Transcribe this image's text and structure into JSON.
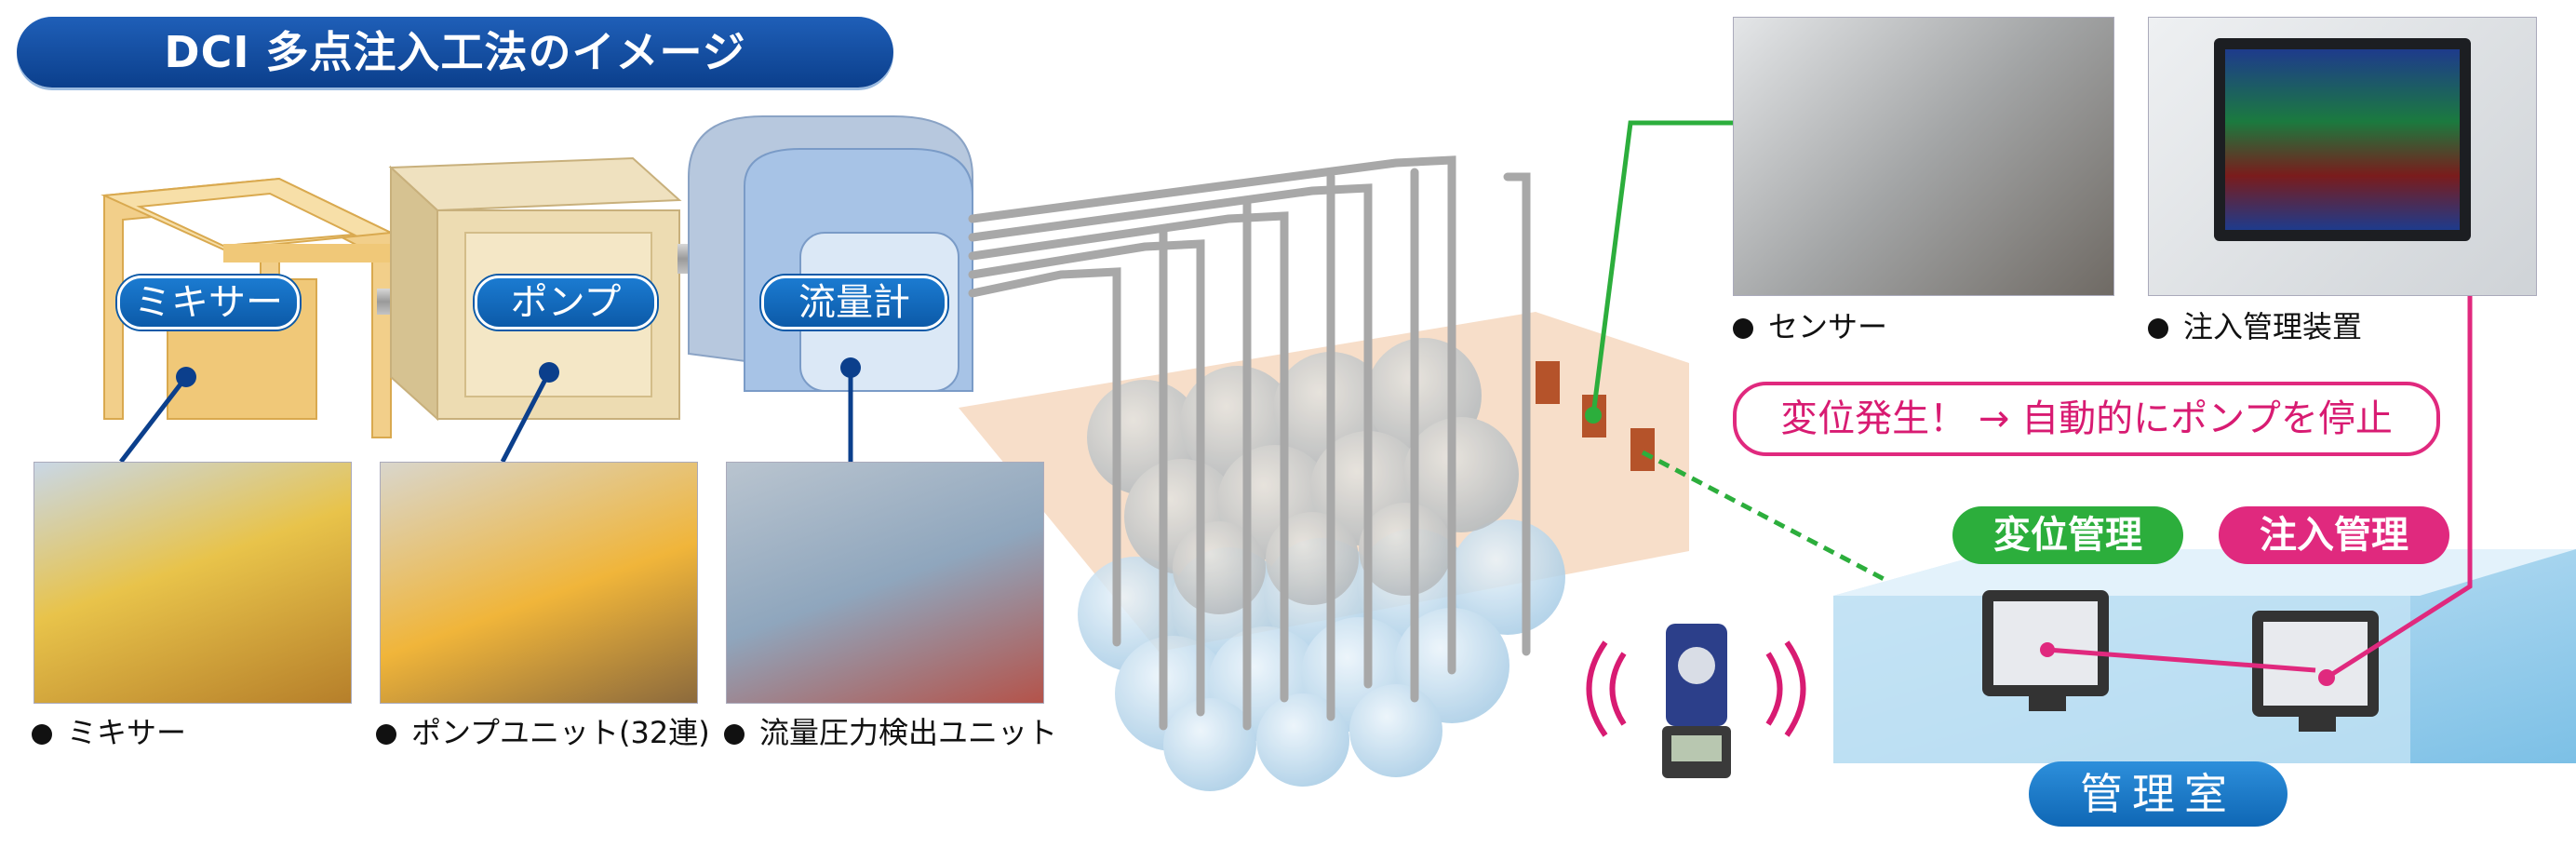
{
  "title": "DCI 多点注入工法のイメージ",
  "equipment_labels": {
    "mixer": "ミキサー",
    "pump": "ポンプ",
    "flowmeter": "流量計"
  },
  "photo_captions": {
    "mixer": "ミキサー",
    "pump_unit": "ポンプユニット(32連)",
    "flow_unit": "流量圧力検出ユニット",
    "sensor": "センサー",
    "injection_device": "注入管理装置"
  },
  "alert_text": "変位発生！ → 自動的にポンプを停止",
  "management": {
    "displacement": "変位管理",
    "injection": "注入管理",
    "room": "管理室"
  },
  "colors": {
    "navy": "#0b3f8c",
    "blue": "#1b7bd1",
    "green": "#2cae3c",
    "magenta": "#e0297e",
    "tan": "#f2cf8a"
  }
}
